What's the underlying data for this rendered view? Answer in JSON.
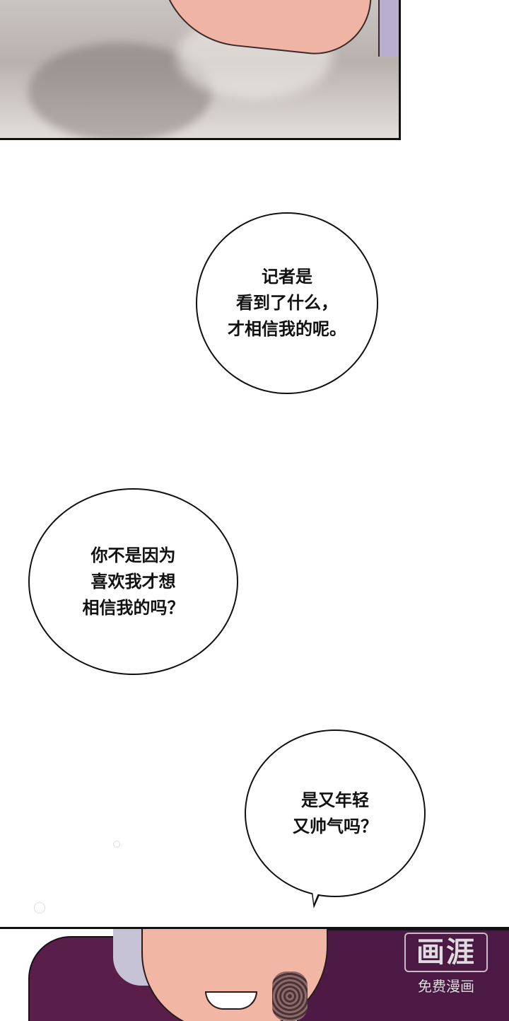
{
  "bubbles": [
    {
      "lines": [
        "记者是",
        "看到了什么，",
        "才相信我的呢。"
      ]
    },
    {
      "lines": [
        "你不是因为",
        "喜欢我才想",
        "相信我的吗？"
      ]
    },
    {
      "lines": [
        "是又年轻",
        "又帅气吗？"
      ]
    }
  ],
  "watermark": {
    "logo": "画涯",
    "subtitle": "免费漫画"
  }
}
